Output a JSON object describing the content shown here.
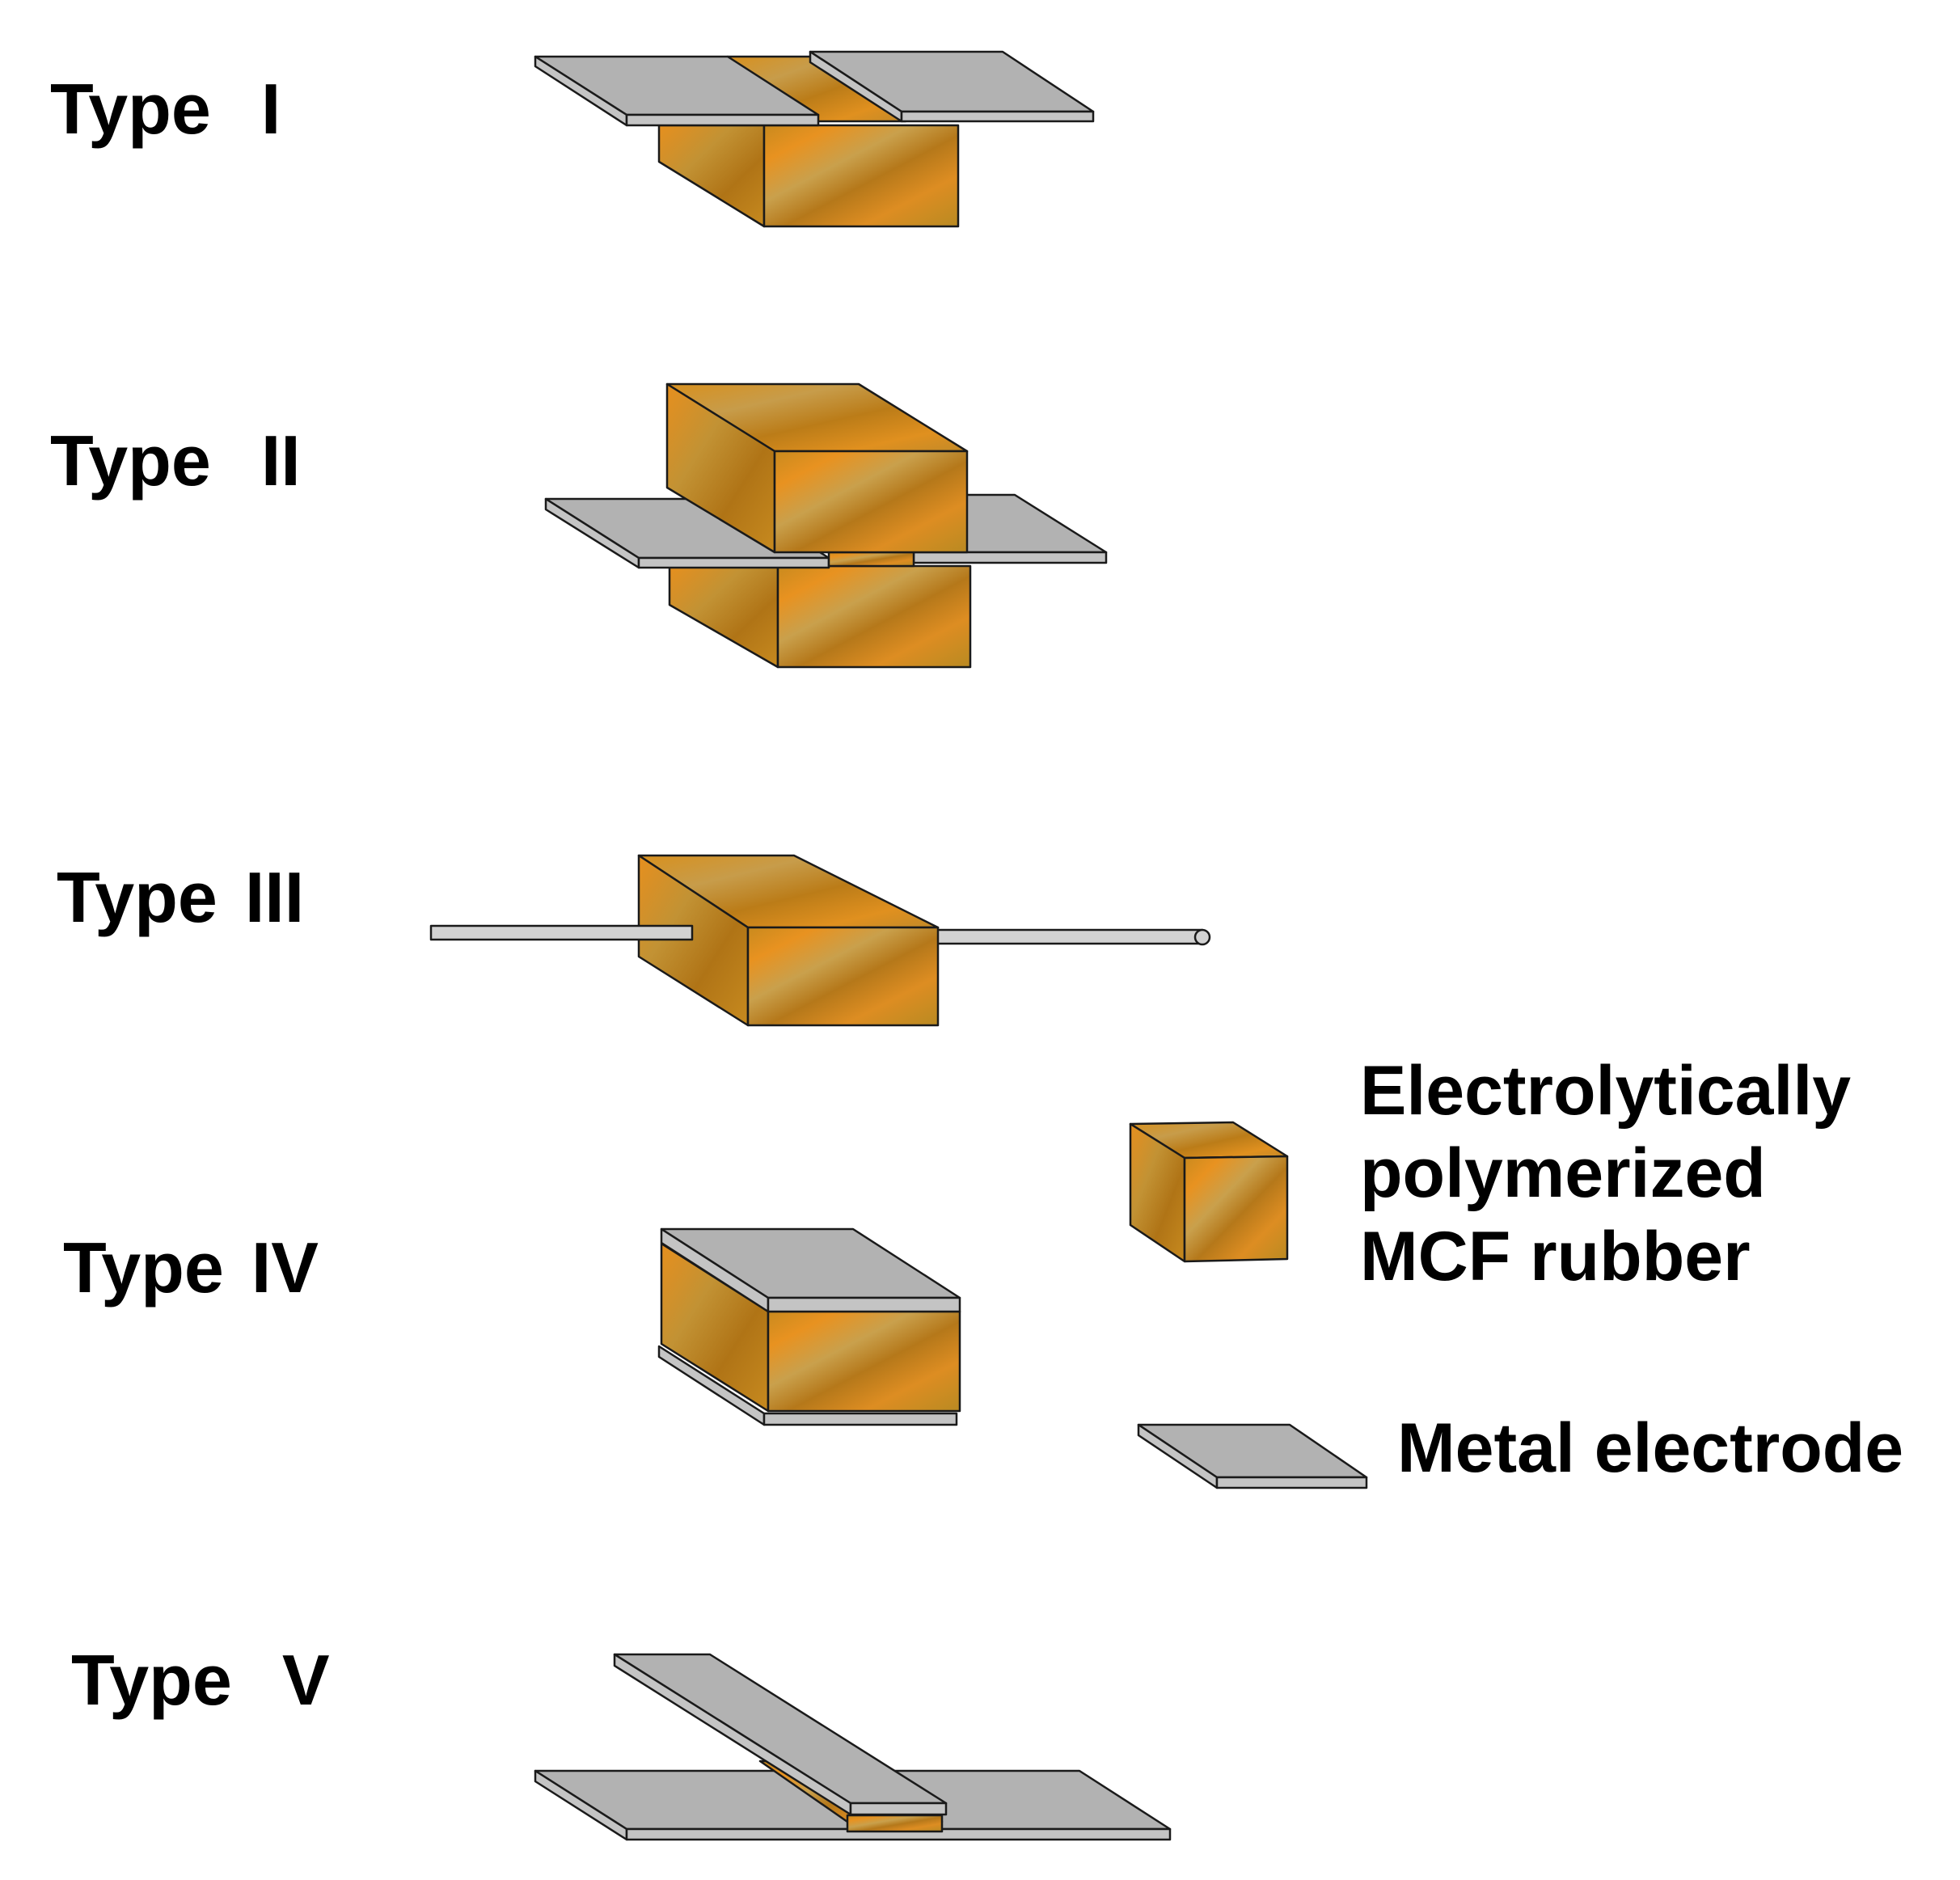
{
  "types": [
    {
      "prefix": "Type",
      "numeral": "I"
    },
    {
      "prefix": "Type",
      "numeral": "II"
    },
    {
      "prefix": "Type",
      "numeral": "III"
    },
    {
      "prefix": "Type",
      "numeral": "IV"
    },
    {
      "prefix": "Type",
      "numeral": "V"
    }
  ],
  "legend": {
    "rubber": {
      "lines": [
        "Electrolytically",
        "polymerized",
        "MCF rubber"
      ]
    },
    "electrode": {
      "label": "Metal electrode"
    }
  },
  "colors": {
    "rubber_dark": "#b87a0e",
    "rubber_mid": "#d08a1a",
    "rubber_light": "#c9a24e",
    "electrode_top": "#b2b2b2",
    "electrode_edge": "#c4c4c4",
    "wire": "#d2d2d2",
    "outline": "#1a1a1a"
  }
}
